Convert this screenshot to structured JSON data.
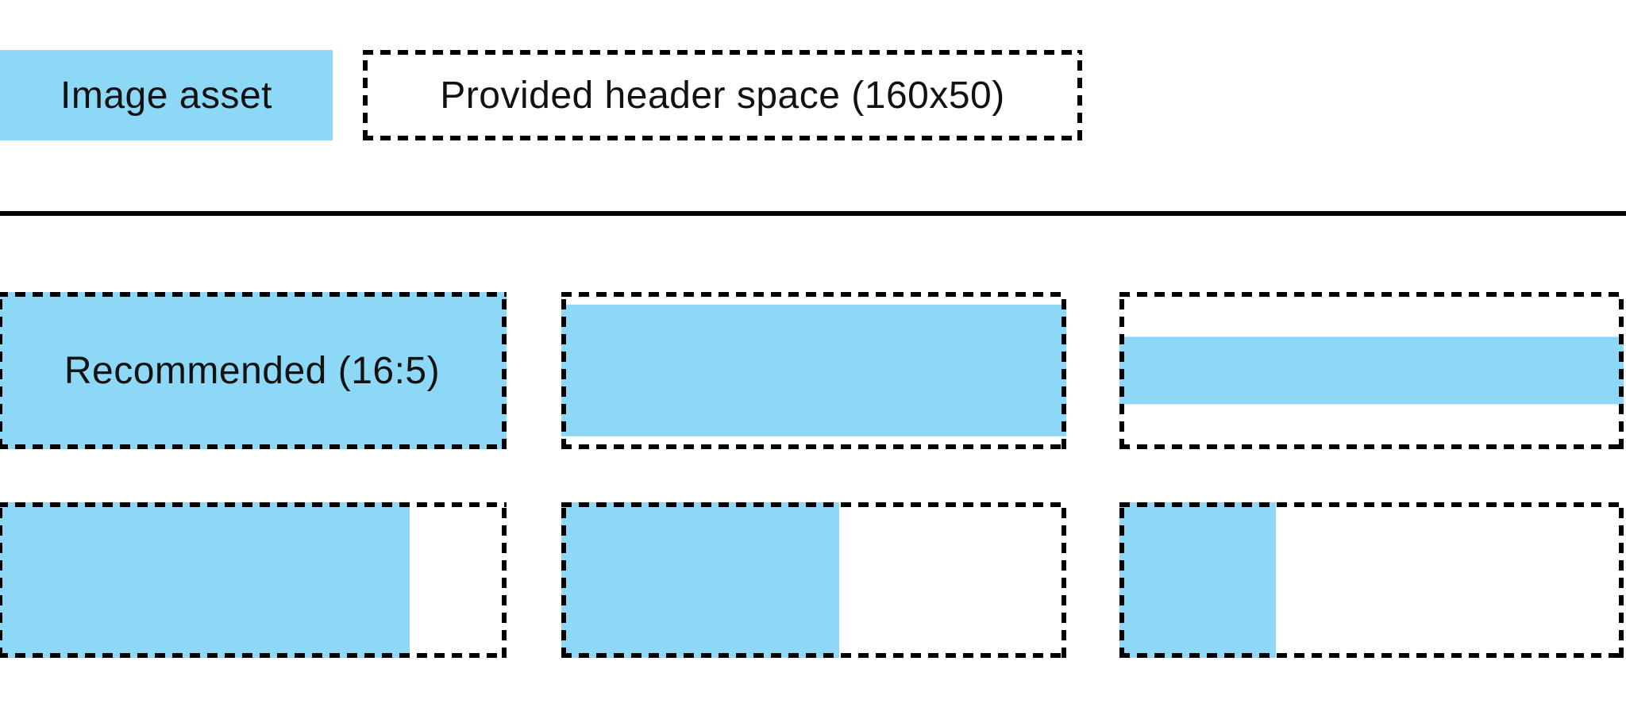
{
  "colors": {
    "image_asset_blue": "#8dd8f7",
    "outline_black": "#000000",
    "text_black": "#111111",
    "background_white": "#ffffff"
  },
  "legend": {
    "image_asset_label": "Image asset",
    "header_space_label": "Provided header space (160x50)"
  },
  "header_space": {
    "width": 160,
    "height": 50,
    "recommended_ratio": "16:5"
  },
  "grid": {
    "cells": [
      {
        "name": "recommended-16-5",
        "label": "Recommended (16:5)",
        "fill": {
          "width_pct": 100,
          "height_pct": 100,
          "align": "v-center"
        }
      },
      {
        "name": "wide-asset-letterboxed",
        "label": "",
        "fill": {
          "width_pct": 100,
          "height_pct": 84,
          "align": "v-center"
        }
      },
      {
        "name": "widest-asset-letterboxed",
        "label": "",
        "fill": {
          "width_pct": 100,
          "height_pct": 43,
          "align": "v-center"
        }
      },
      {
        "name": "tall-asset-pillarboxed-wide",
        "label": "",
        "fill": {
          "width_pct": 81,
          "height_pct": 100,
          "align": "h-left"
        }
      },
      {
        "name": "tall-asset-pillarboxed-medium",
        "label": "",
        "fill": {
          "width_pct": 55,
          "height_pct": 100,
          "align": "h-left"
        }
      },
      {
        "name": "square-asset-pillarboxed",
        "label": "",
        "fill": {
          "width_pct": 31,
          "height_pct": 100,
          "align": "h-left"
        }
      }
    ]
  }
}
